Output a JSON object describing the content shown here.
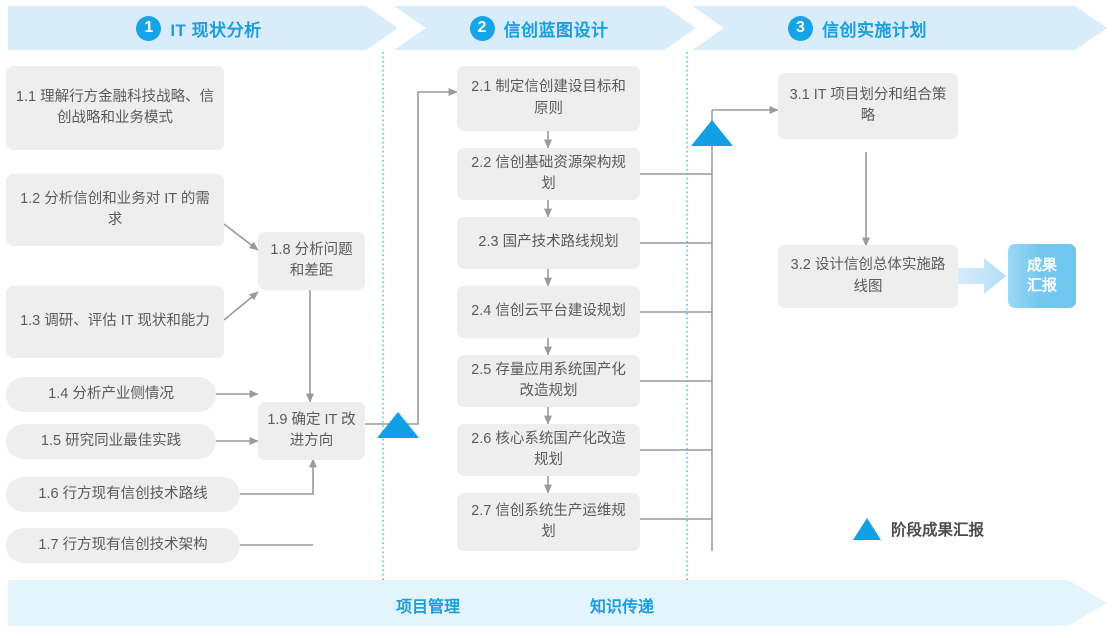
{
  "header": {
    "phases": [
      {
        "num": "1",
        "label": "IT 现状分析"
      },
      {
        "num": "2",
        "label": "信创蓝图设计"
      },
      {
        "num": "3",
        "label": "信创实施计划"
      }
    ]
  },
  "phase1": {
    "tasks": [
      {
        "id": "1.1",
        "text": "1.1 理解行方金融科技战略、信创战略和业务模式"
      },
      {
        "id": "1.2",
        "text": "1.2 分析信创和业务对 IT 的需求"
      },
      {
        "id": "1.3",
        "text": "1.3 调研、评估 IT 现状和能力"
      },
      {
        "id": "1.4",
        "text": "1.4 分析产业侧情况"
      },
      {
        "id": "1.5",
        "text": "1.5 研究同业最佳实践"
      },
      {
        "id": "1.6",
        "text": "1.6 行方现有信创技术路线"
      },
      {
        "id": "1.7",
        "text": "1.7 行方现有信创技术架构"
      },
      {
        "id": "1.8",
        "text": "1.8 分析问题和差距"
      },
      {
        "id": "1.9",
        "text": "1.9 确定 IT 改进方向"
      }
    ]
  },
  "phase2": {
    "tasks": [
      {
        "id": "2.1",
        "text": "2.1 制定信创建设目标和原则"
      },
      {
        "id": "2.2",
        "text": "2.2 信创基础资源架构规划"
      },
      {
        "id": "2.3",
        "text": "2.3 国产技术路线规划"
      },
      {
        "id": "2.4",
        "text": "2.4 信创云平台建设规划"
      },
      {
        "id": "2.5",
        "text": "2.5 存量应用系统国产化改造规划"
      },
      {
        "id": "2.6",
        "text": "2.6 核心系统国产化改造规划"
      },
      {
        "id": "2.7",
        "text": "2.7 信创系统生产运维规划"
      }
    ]
  },
  "phase3": {
    "tasks": [
      {
        "id": "3.1",
        "text": "3.1 IT 项目划分和组合策略"
      },
      {
        "id": "3.2",
        "text": "3.2 设计信创总体实施路线图"
      }
    ],
    "result_badge": "成果\n汇报"
  },
  "legend": {
    "label": "阶段成果汇报",
    "marker_color": "#12a0e5"
  },
  "footer": {
    "labels": [
      "项目管理",
      "知识传递"
    ]
  },
  "colors": {
    "banner_bg": "#d9ecfa",
    "accent_blue": "#1b9de0",
    "badge_blue": "#17a3e8",
    "box_bg": "#eeeeee",
    "box_text": "#5b5b5b",
    "line_gray": "#9a9a9a",
    "dotted_blue": "#39b3e8",
    "footer_bg": "#e3f4fc",
    "result_bg": "#74c8f0"
  }
}
